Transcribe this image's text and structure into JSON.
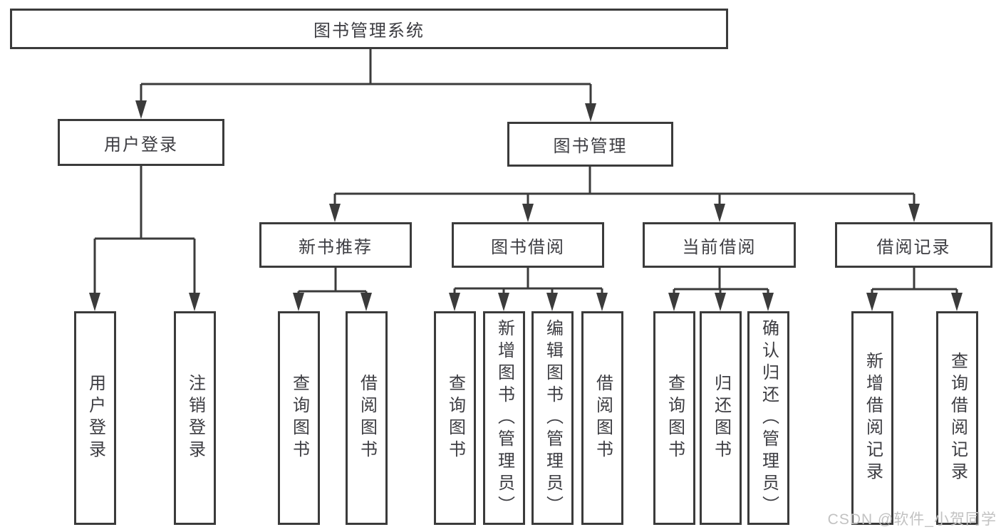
{
  "colors": {
    "line": "#3b3b3b",
    "text": "#3d3d42",
    "background": "#ffffff",
    "watermark": "#c2c2c2"
  },
  "watermark": "CSDN @软件_小贺同学",
  "tree": {
    "label": "图书管理系统",
    "children": [
      {
        "label": "用户登录",
        "children": [
          {
            "label": "用户登录"
          },
          {
            "label": "注销登录"
          }
        ]
      },
      {
        "label": "图书管理",
        "children": [
          {
            "label": "新书推荐",
            "children": [
              {
                "label": "查询图书"
              },
              {
                "label": "借阅图书"
              }
            ]
          },
          {
            "label": "图书借阅",
            "children": [
              {
                "label": "查询图书"
              },
              {
                "label": "新增图书（管理员）"
              },
              {
                "label": "编辑图书（管理员）"
              },
              {
                "label": "借阅图书"
              }
            ]
          },
          {
            "label": "当前借阅",
            "children": [
              {
                "label": "查询图书"
              },
              {
                "label": "归还图书"
              },
              {
                "label": "确认归还（管理员）"
              }
            ]
          },
          {
            "label": "借阅记录",
            "children": [
              {
                "label": "新增借阅记录"
              },
              {
                "label": "查询借阅记录"
              }
            ]
          }
        ]
      }
    ]
  }
}
